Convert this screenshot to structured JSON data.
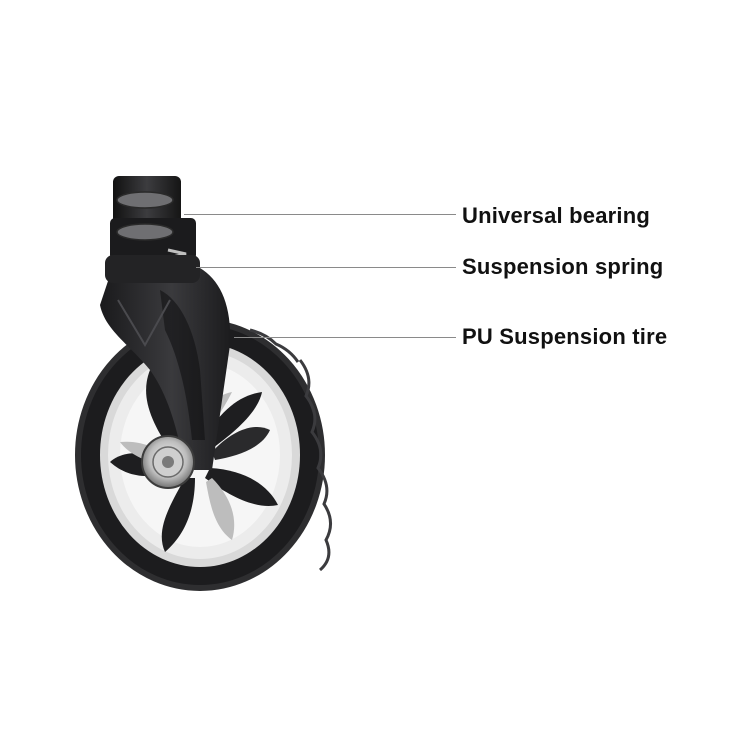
{
  "callouts": {
    "bearing": "Universal bearing",
    "spring": "Suspension spring",
    "tire": "PU Suspension tire"
  },
  "colors": {
    "background": "#ffffff",
    "tire": "#1c1c1e",
    "rim": "#e6e6e6",
    "fork": "#2a2a2c",
    "label": "#111111",
    "leader_line": "#8a8a8a"
  }
}
